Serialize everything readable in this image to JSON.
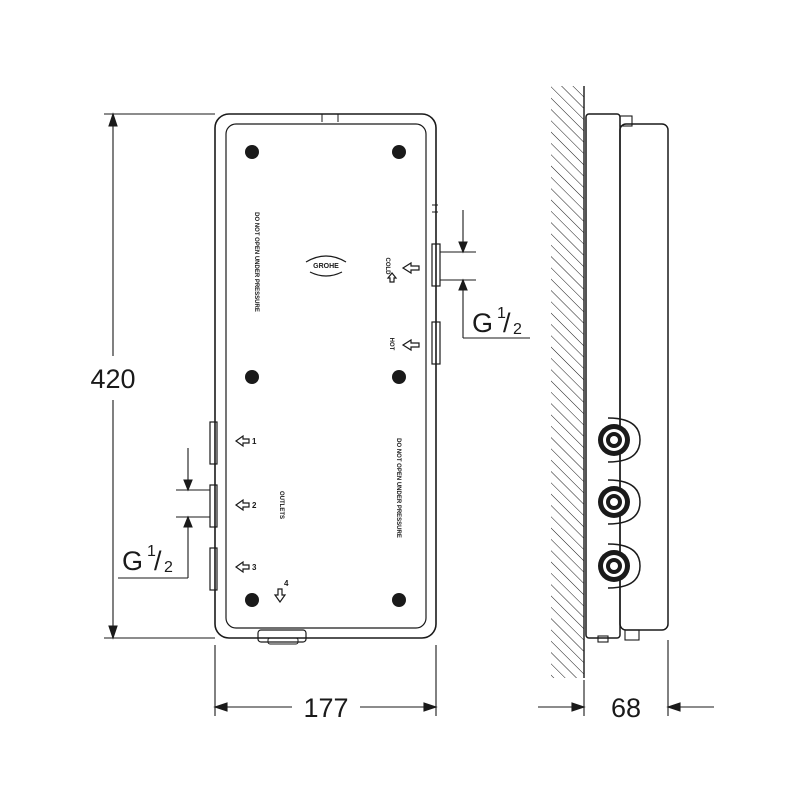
{
  "dimensions": {
    "height": "420",
    "width": "177",
    "depth": "68",
    "thread_top": {
      "prefix": "G",
      "num": "1",
      "den": "2"
    },
    "thread_bottom": {
      "prefix": "G",
      "num": "1",
      "den": "2"
    }
  },
  "front_panel": {
    "brand": "GROHE",
    "warning_left": "DO NOT OPEN UNDER PRESSURE",
    "warning_right": "DO NOT OPEN UNDER PRESSURE",
    "cold_label": "COLD",
    "hot_label": "HOT",
    "outlet_label": "OUTLETS",
    "outlets": [
      "1",
      "2",
      "3",
      "4"
    ]
  },
  "colors": {
    "line": "#1a1a1a",
    "background": "#ffffff"
  }
}
